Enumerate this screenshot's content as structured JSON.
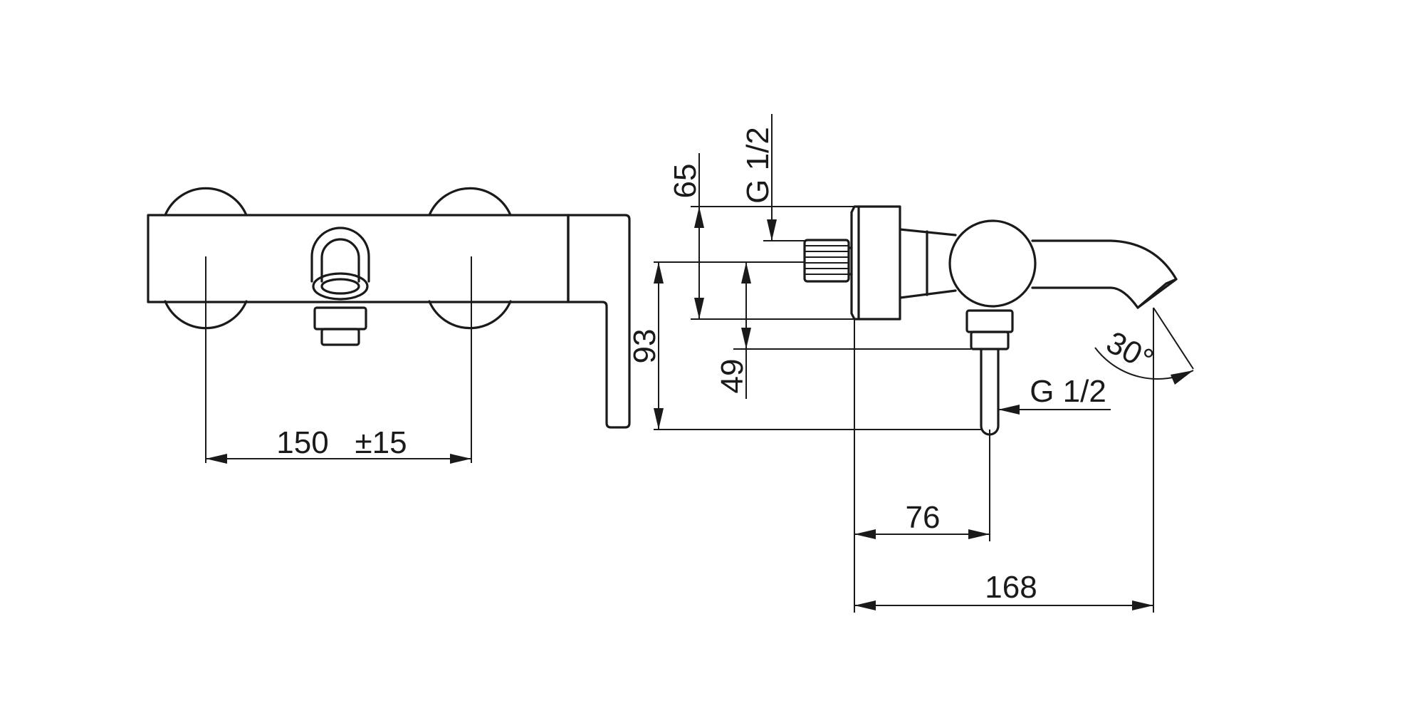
{
  "front_view": {
    "spacing_label": "150",
    "tolerance_label": "±15"
  },
  "side_view": {
    "dim_65": "65",
    "dim_93": "93",
    "dim_49": "49",
    "dim_76": "76",
    "dim_168": "168",
    "thread_top": "G 1/2",
    "thread_bottom": "G 1/2",
    "angle": "30°"
  },
  "colors": {
    "line": "#1a1a1a",
    "background": "#ffffff"
  }
}
